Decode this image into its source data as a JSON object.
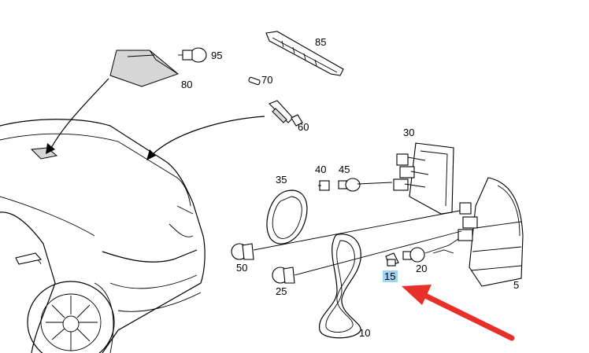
{
  "diagram": {
    "parts": [
      {
        "id": "p95",
        "label": "95"
      },
      {
        "id": "p85",
        "label": "85"
      },
      {
        "id": "p80",
        "label": "80"
      },
      {
        "id": "p70",
        "label": "70"
      },
      {
        "id": "p60",
        "label": "60"
      },
      {
        "id": "p30",
        "label": "30"
      },
      {
        "id": "p35",
        "label": "35"
      },
      {
        "id": "p40",
        "label": "40"
      },
      {
        "id": "p45",
        "label": "45"
      },
      {
        "id": "p50",
        "label": "50"
      },
      {
        "id": "p25",
        "label": "25"
      },
      {
        "id": "p15",
        "label": "15"
      },
      {
        "id": "p20",
        "label": "20"
      },
      {
        "id": "p10",
        "label": "10"
      },
      {
        "id": "p5",
        "label": "5"
      }
    ],
    "highlight": {
      "part": "15",
      "color": "#9fd3f0"
    },
    "arrow": {
      "color": "#e8302a",
      "points_to": "15"
    }
  }
}
